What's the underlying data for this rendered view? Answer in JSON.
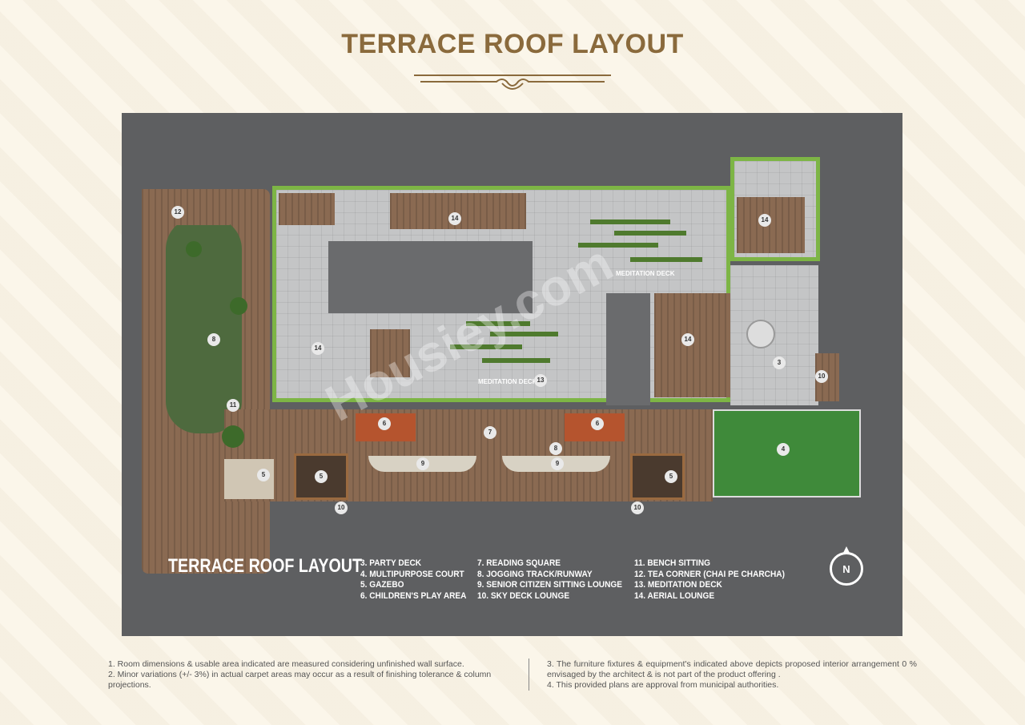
{
  "header": {
    "title": "TERRACE ROOF LAYOUT"
  },
  "plan": {
    "watermark": "Housiey.com",
    "area_labels": {
      "meditation_deck_top": "MEDITATION DECK",
      "meditation_deck_bottom": "MEDITATION DECK"
    },
    "markers": [
      "12",
      "11",
      "8",
      "14",
      "14",
      "14",
      "14",
      "13",
      "3",
      "10",
      "4",
      "6",
      "7",
      "6",
      "8",
      "9",
      "9",
      "5",
      "5",
      "5",
      "10",
      "10"
    ],
    "colors": {
      "background": "#5e5f61",
      "lawn": "#7db545",
      "wood": "#8a6a52",
      "court": "#3f8a3a"
    }
  },
  "legend": {
    "title": "TERRACE ROOF LAYOUT",
    "col1": [
      "3. PARTY DECK",
      "4. MULTIPURPOSE COURT",
      "5. GAZEBO",
      "6. CHILDREN'S PLAY AREA"
    ],
    "col2": [
      "7. READING SQUARE",
      "8. JOGGING TRACK/RUNWAY",
      "9. SENIOR CITIZEN SITTING LOUNGE",
      "10. SKY DECK LOUNGE"
    ],
    "col3": [
      "11. BENCH SITTING",
      "12. TEA CORNER (CHAI PE CHARCHA)",
      "13. MEDITATION DECK",
      "14.  AERIAL LOUNGE"
    ],
    "compass": "N"
  },
  "notes": {
    "left": [
      "1. Room dimensions & usable area indicated are measured considering unfinished wall surface.",
      "2. Minor variations (+/- 3%) in actual carpet areas may occur as a result of finishing tolerance & column projections."
    ],
    "right": [
      "3. The furniture fixtures & equipment's indicated above depicts proposed interior arrangement 0 % envisaged by the architect & is not part of the product offering .",
      "4. This provided plans are approval from municipal authorities."
    ]
  }
}
